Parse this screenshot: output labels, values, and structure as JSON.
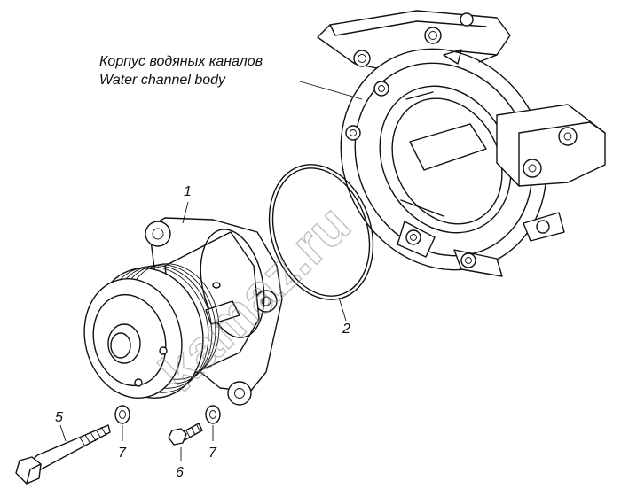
{
  "callout": {
    "title_ru": "Корпус водяных каналов",
    "title_en": "Water channel body"
  },
  "labels": {
    "part1": "1",
    "part2": "2",
    "part5": "5",
    "part6": "6",
    "part7a": "7",
    "part7b": "7"
  },
  "watermark": "kamaz.ru"
}
